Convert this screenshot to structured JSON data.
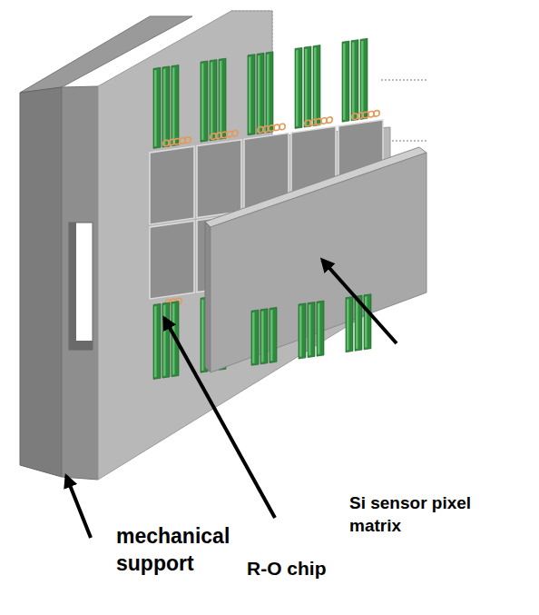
{
  "diagram": {
    "labels": [
      "Si sensor pixel matrix",
      "R-O chip",
      "mechanical support"
    ]
  }
}
